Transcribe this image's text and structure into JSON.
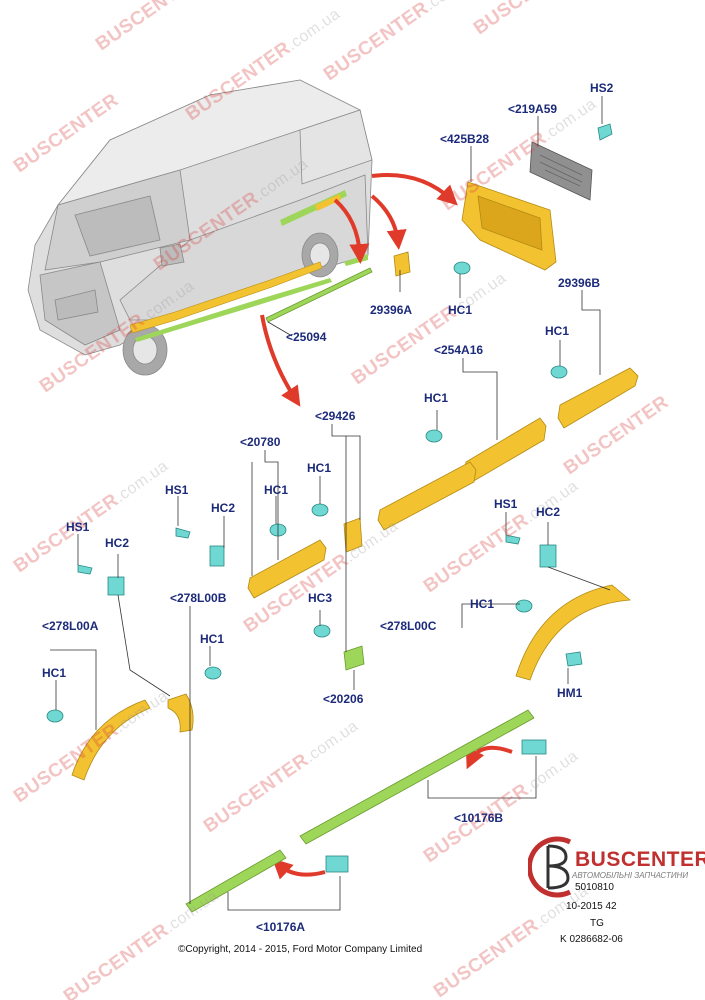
{
  "watermark": {
    "brand": "BUSCENTER",
    "domain": ".com.ua"
  },
  "labels": {
    "hs2_top": "HS2",
    "p219a59": "<219A59",
    "p425b28": "<425B28",
    "p29396a": "29396A",
    "hc1_a": "HC1",
    "p25094": "<25094",
    "p29396b": "29396B",
    "hc1_b": "HC1",
    "p254a16": "<254A16",
    "hc1_c": "HC1",
    "p29426": "<29426",
    "p20780": "<20780",
    "hc1_d": "HC1",
    "hc1_e": "HC1",
    "hs1_a": "HS1",
    "hc2_a": "HC2",
    "hs1_b": "HS1",
    "hc2_b": "HC2",
    "hs1_c": "HS1",
    "hc2_c": "HC2",
    "p278l00b": "<278L00B",
    "hc3": "HC3",
    "p278l00a": "<278L00A",
    "hc1_f": "HC1",
    "hc1_g": "HC1",
    "p278l00c": "<278L00C",
    "hc1_h": "HC1",
    "hm1": "HM1",
    "p20206": "<20206",
    "p10176b": "<10176B",
    "p10176a": "<10176A"
  },
  "logo": {
    "name": "BUSCENTER",
    "tagline": "АВТОМОБІЛЬНІ ЗАПЧАСТИНИ"
  },
  "reference": {
    "line1": "5010810",
    "line2": "10-2015 42",
    "line3": "TG",
    "line4": "K 0286682-06"
  },
  "copyright": "©Copyright, 2014 - 2015, Ford Motor Company Limited",
  "colors": {
    "part_yellow": "#f2c230",
    "part_green": "#9ed65a",
    "clip_cyan": "#6fd8d2",
    "label_blue": "#1c2a7a",
    "arrow_red": "#e03a2a",
    "van_gray": "#d4d4d4"
  }
}
